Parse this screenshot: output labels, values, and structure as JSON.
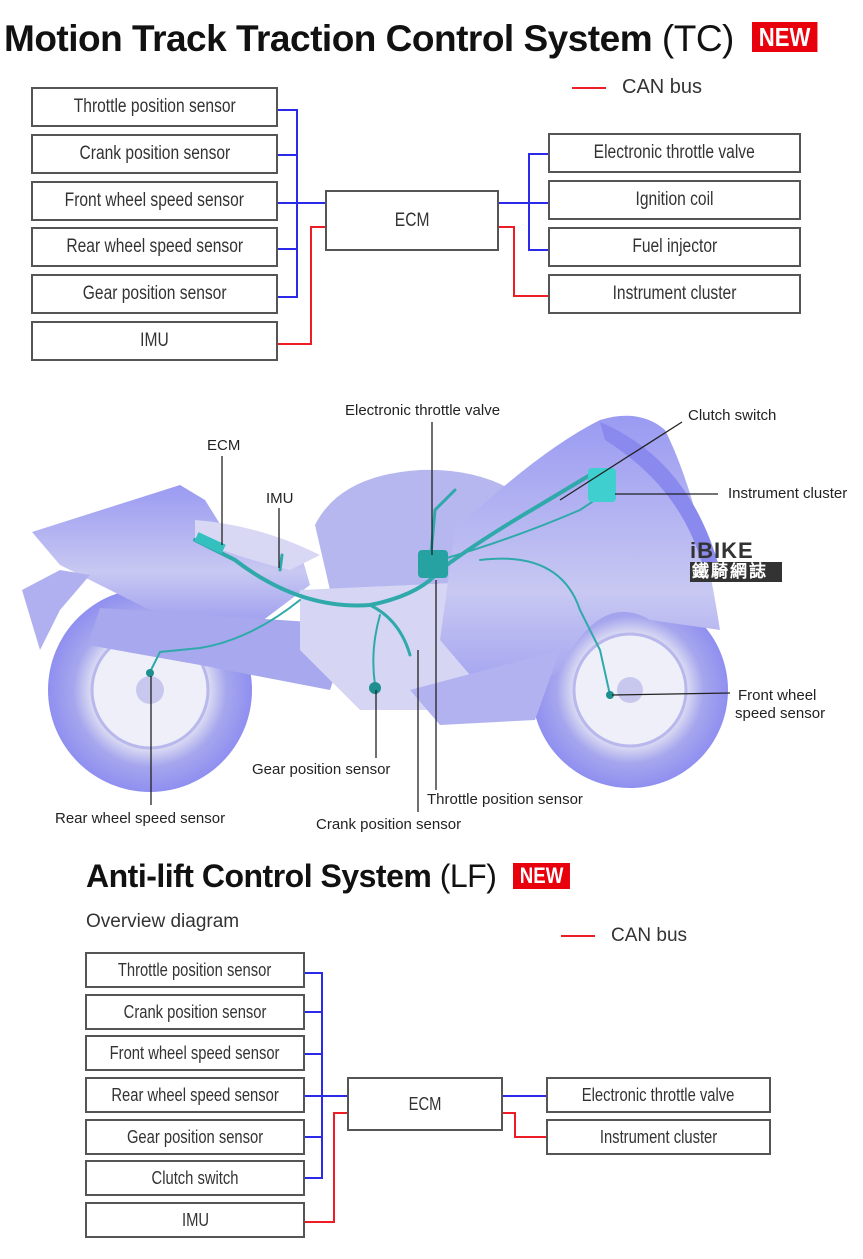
{
  "tc": {
    "title": "Motion Track Traction Control System",
    "abbr": "(TC)",
    "badge": "NEW",
    "legend": "CAN bus",
    "ecm": "ECM",
    "inputs": [
      "Throttle position sensor",
      "Crank position sensor",
      "Front wheel speed sensor",
      "Rear wheel speed sensor",
      "Gear position sensor",
      "IMU"
    ],
    "outputs": [
      "Electronic throttle valve",
      "Ignition coil",
      "Fuel injector",
      "Instrument cluster"
    ]
  },
  "bike": {
    "callouts": {
      "ecm": "ECM",
      "imu": "IMU",
      "etv": "Electronic throttle valve",
      "clutch": "Clutch switch",
      "instrument": "Instrument cluster",
      "front_wheel_1": "Front wheel",
      "front_wheel_2": "speed sensor",
      "gear": "Gear position sensor",
      "throttle": "Throttle position sensor",
      "rear_wheel": "Rear wheel speed sensor",
      "crank": "Crank position sensor"
    },
    "logo": {
      "main": "iBIKE",
      "cn": "鐵騎網誌"
    }
  },
  "lf": {
    "title": "Anti-lift Control System",
    "abbr": "(LF)",
    "badge": "NEW",
    "subtitle": "Overview diagram",
    "legend": "CAN bus",
    "ecm": "ECM",
    "inputs": [
      "Throttle position sensor",
      "Crank position sensor",
      "Front wheel speed sensor",
      "Rear wheel speed sensor",
      "Gear position sensor",
      "Clutch switch",
      "IMU"
    ],
    "outputs": [
      "Electronic throttle valve",
      "Instrument cluster"
    ]
  },
  "colors": {
    "signal": "#2a2ae8",
    "can": "#ee1c25",
    "badge": "#e8000d",
    "bike": "#8f8ff0",
    "harness": "#2fb9b9"
  }
}
